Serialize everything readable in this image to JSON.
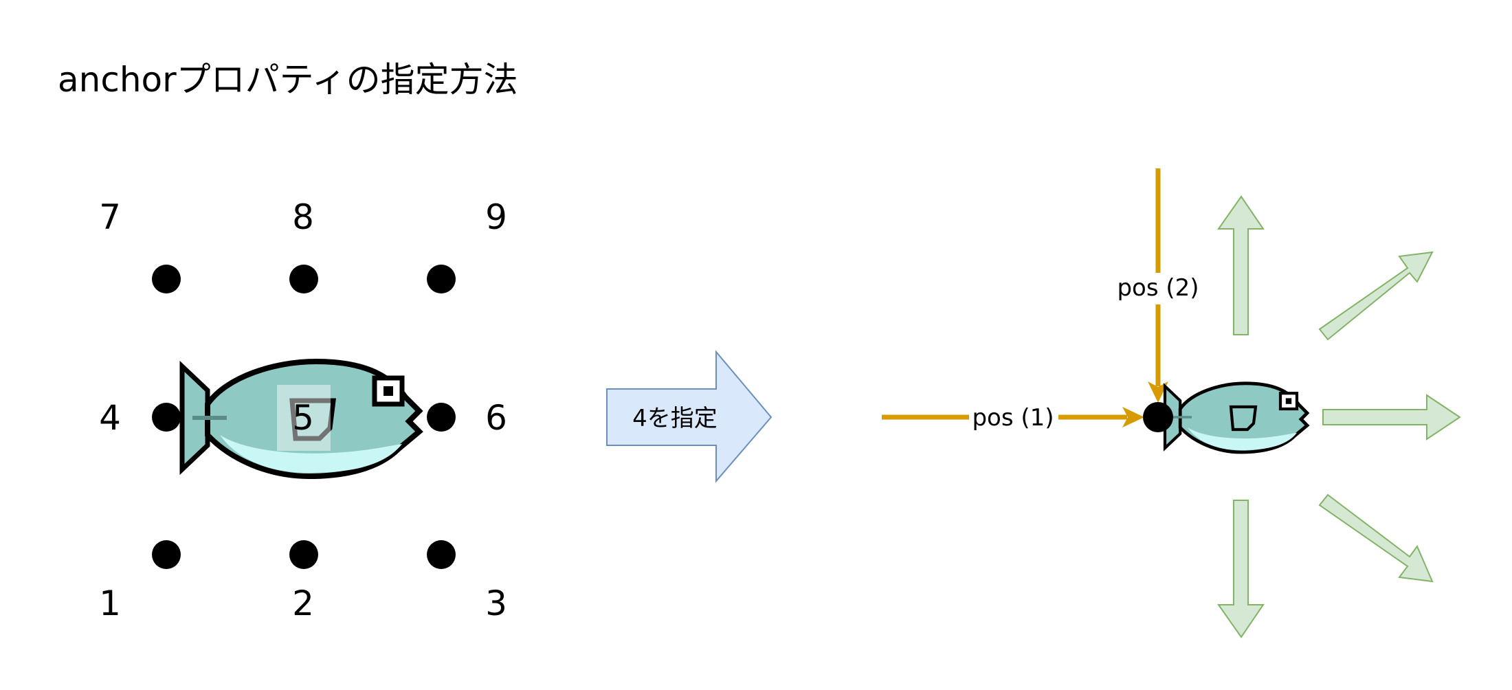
{
  "title": "anchorプロパティの指定方法",
  "anchor_grid": {
    "labels": [
      "1",
      "2",
      "3",
      "4",
      "5",
      "6",
      "7",
      "8",
      "9"
    ]
  },
  "arrow_label": "4を指定",
  "pos1_label": "pos (1)",
  "pos2_label": "pos (2)",
  "colors": {
    "dot": "#000000",
    "pos_arrow": "#D79B00",
    "big_arrow_fill": "#DAE8FC",
    "big_arrow_stroke": "#6C8EBF",
    "dir_arrow_fill": "#D5E8D4",
    "dir_arrow_stroke": "#82B366",
    "fish_body": "#8FC9C4",
    "fish_belly": "#C9F7F5",
    "fish_outline": "#000000"
  }
}
